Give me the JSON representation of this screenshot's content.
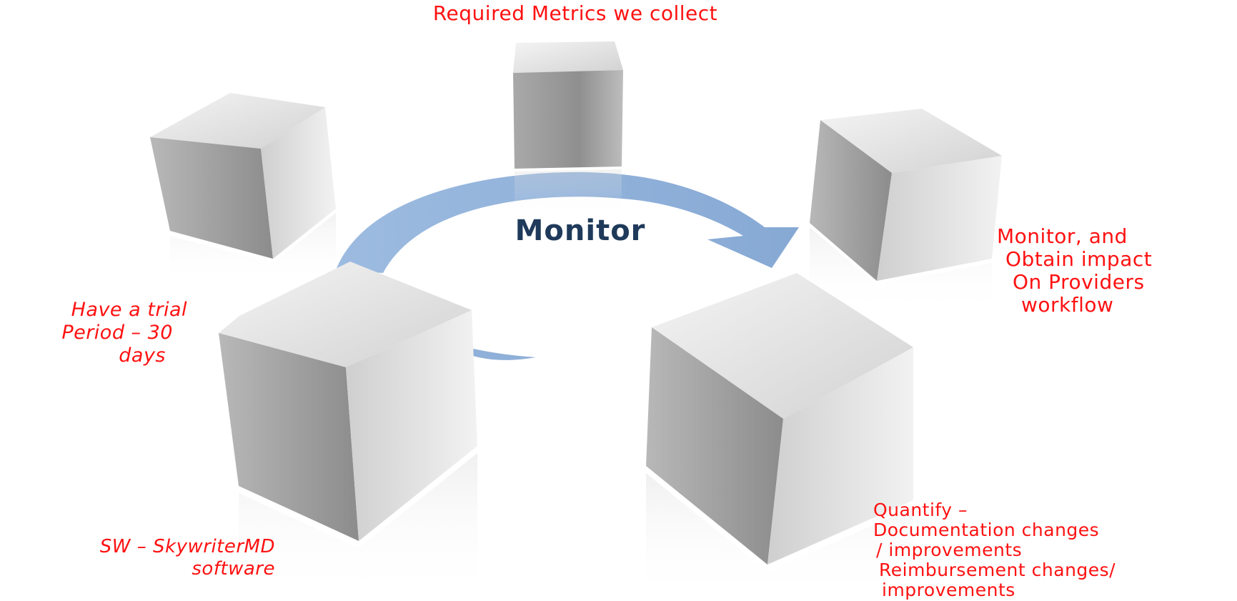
{
  "center_label": "Monitor",
  "labels": {
    "top": "Required Metrics we collect",
    "right": [
      "Monitor, and",
      "Obtain impact",
      "On Providers",
      "workflow"
    ],
    "left": [
      "Have a trial",
      "Period – 30",
      "days"
    ],
    "bottom_left": [
      "SW – SkywriterMD",
      "software"
    ],
    "bottom_right": [
      "Quantify –",
      "Documentation changes",
      "/ improvements",
      "Reimbursement changes/",
      "improvements"
    ]
  },
  "colors": {
    "label_red": "#ff1111",
    "arrow_blue": "#8fb0d8",
    "center_text": "#1f3a5a"
  }
}
